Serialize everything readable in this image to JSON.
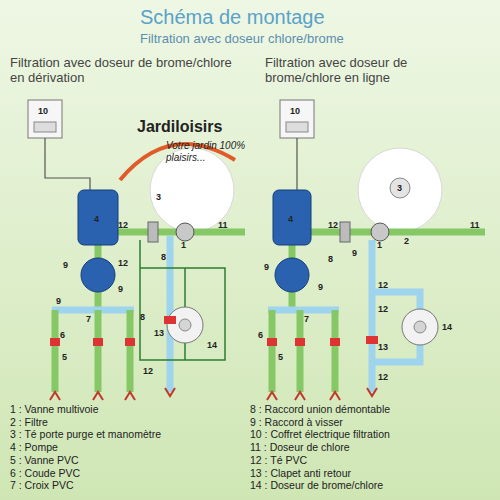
{
  "diagram": {
    "title": "Schéma de montage",
    "labels": [
      "Filtration avec doseur chlore/brome",
      "Filtration avec doseur de brome/chlore en dérivation",
      "Filtration avec doseur de brome/chlore en ligne",
      "Jardiloisirs",
      "Votre jardin 100% plaisirs...",
      "10",
      "4",
      "3",
      "12",
      "1",
      "11",
      "9",
      "8",
      "12",
      "9",
      "9",
      "7",
      "6",
      "5",
      "8",
      "13",
      "14",
      "12",
      "10",
      "4",
      "3",
      "12",
      "1",
      "2",
      "11",
      "8",
      "9",
      "9",
      "9",
      "12",
      "7",
      "6",
      "5",
      "12",
      "13",
      "14",
      "12",
      "1 : Vanne multivoie",
      "2 : Filtre",
      "3 : Té porte purge et manomètre",
      "4 : Pompe",
      "5 : Vanne PVC",
      "6 : Coude PVC",
      "7 : Croix PVC",
      "8 : Raccord union démontable",
      "9 : Raccord à visser",
      "10 : Coffret électrique filtration",
      "11 : Doseur de chlore",
      "12 : Té PVC",
      "13 : Clapet anti retour",
      "14 : Doseur de brome/chlore"
    ]
  }
}
